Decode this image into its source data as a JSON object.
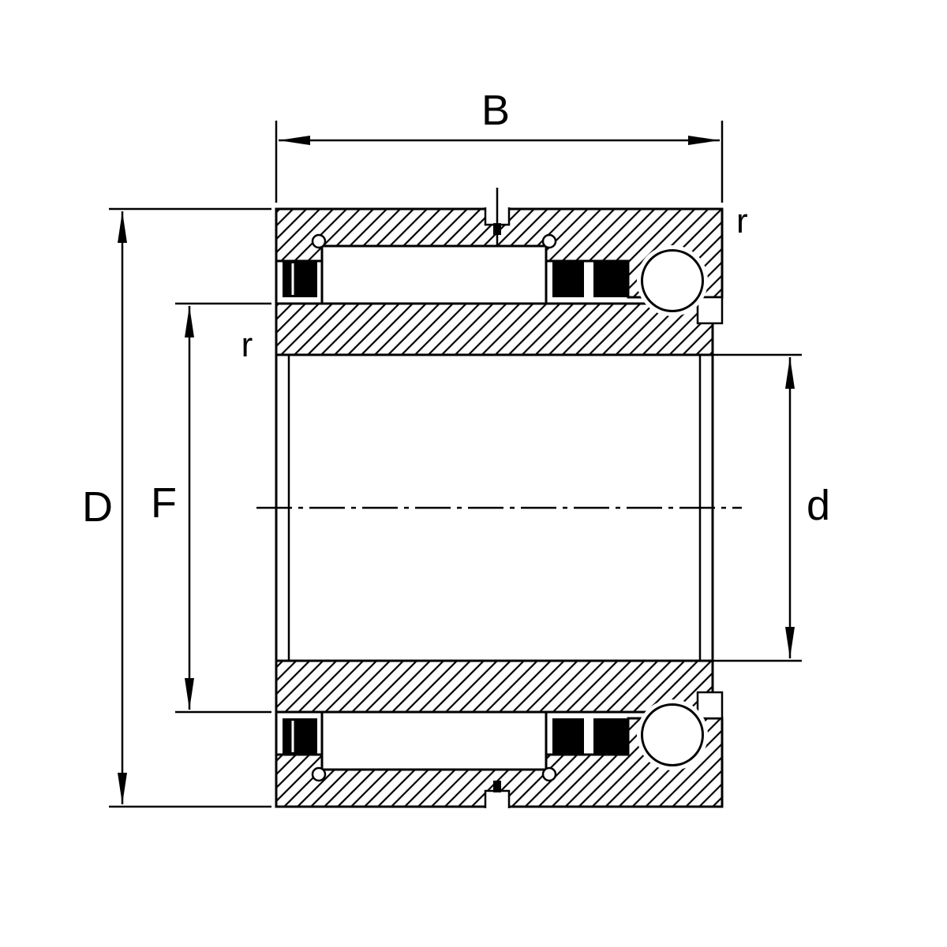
{
  "diagram": {
    "type": "technical_drawing",
    "subject": "bearing-cross-section",
    "colors": {
      "line": "#000000",
      "background": "#ffffff",
      "seal_fill": "#000000"
    },
    "dimensions": {
      "width_label": "B",
      "outer_diameter_label": "D",
      "raceway_diameter_label": "F",
      "bore_diameter_label": "d",
      "chamfer_outer_label": "r",
      "chamfer_inner_label": "r"
    }
  }
}
